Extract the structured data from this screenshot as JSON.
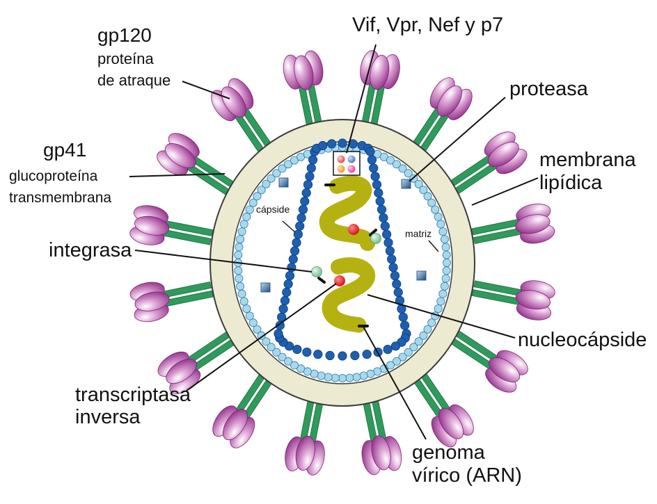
{
  "labels": {
    "vif": "Vif, Vpr, Nef y p7",
    "gp120_title": "gp120",
    "gp120_line1": "proteína",
    "gp120_line2": "de atraque",
    "proteasa": "proteasa",
    "gp41_title": "gp41",
    "gp41_line1": "glucoproteína",
    "gp41_line2": "transmembrana",
    "membrana_line1": "membrana",
    "membrana_line2": "lipídica",
    "capside": "cápside",
    "matriz": "matriz",
    "integrasa": "integrasa",
    "nucleocapside": "nucleocápside",
    "transcriptasa_line1": "transcriptasa",
    "transcriptasa_line2": "inversa",
    "genoma_line1": "genoma",
    "genoma_line2": "vírico (ARN)"
  },
  "colors": {
    "envelope_fill": "#ecebd2",
    "envelope_stroke": "#3a3a3a",
    "matrix_bead": "#a8d8ec",
    "matrix_bead_stroke": "#2d7aa7",
    "capsid_bead": "#1f5fb0",
    "capsid_bead_stroke": "#0b3b78",
    "gp41_stem": "#2f9a5c",
    "gp120_purple": "#a0328f",
    "rna_yellow": "#c4c013",
    "rna_yellow_dark": "#86830a",
    "enzyme_red": "#e31b1b",
    "integrase_green": "#8ed0a6",
    "protease_square": "#3d78b4"
  }
}
